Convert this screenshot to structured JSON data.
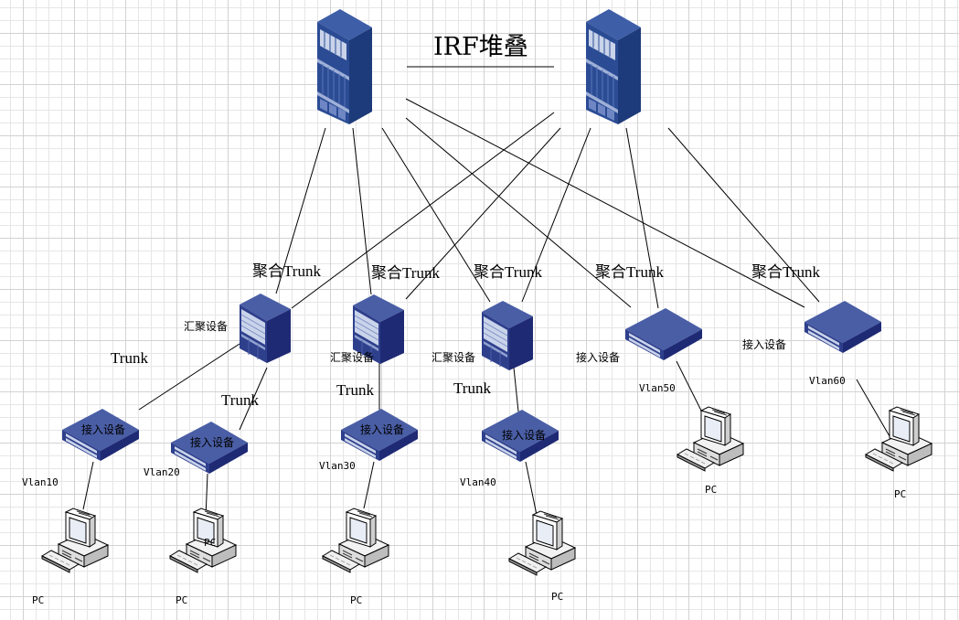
{
  "diagram": {
    "title": "IRF堆叠",
    "colors": {
      "device_top": "#4a5ea6",
      "device_front": "#2e3f8c",
      "device_side": "#1f2a74",
      "core_top": "#3e5ea8",
      "core_front": "#2b4c94",
      "core_side": "#1d3a7a",
      "panel": "#c9d3ea",
      "link": "#000000"
    },
    "core_switches": [
      {
        "id": "core1",
        "type": "core-switch"
      },
      {
        "id": "core2",
        "type": "core-switch"
      }
    ],
    "aggregation": [
      {
        "id": "agg1",
        "label": "汇聚设备",
        "uplink_label": "聚合Trunk"
      },
      {
        "id": "agg2",
        "label": "汇聚设备",
        "uplink_label": "聚合Trunk"
      },
      {
        "id": "agg3",
        "label": "汇聚设备",
        "uplink_label": "聚合Trunk"
      }
    ],
    "top_access": [
      {
        "id": "acc5",
        "label": "接入设备",
        "uplink_label": "聚合Trunk",
        "vlan": "Vlan50",
        "pc_label": "PC"
      },
      {
        "id": "acc6",
        "label": "接入设备",
        "uplink_label": "聚合Trunk",
        "vlan": "Vlan60",
        "pc_label": "PC"
      }
    ],
    "access": [
      {
        "id": "acc1",
        "label": "接入设备",
        "trunk_label": "Trunk",
        "vlan": "Vlan10",
        "pc_label": "PC"
      },
      {
        "id": "acc2",
        "label": "接入设备",
        "trunk_label": "Trunk",
        "vlan": "Vlan20",
        "pc_label": "PC",
        "overlap_label": "PC"
      },
      {
        "id": "acc3",
        "label": "接入设备",
        "trunk_label": "Trunk",
        "vlan": "Vlan30",
        "pc_label": "PC"
      },
      {
        "id": "acc4",
        "label": "接入设备",
        "trunk_label": "Trunk",
        "vlan": "Vlan40",
        "pc_label": "PC"
      }
    ],
    "links": [
      {
        "from": "core1",
        "to": "agg1"
      },
      {
        "from": "core1",
        "to": "agg2"
      },
      {
        "from": "core1",
        "to": "agg3"
      },
      {
        "from": "core1",
        "to": "acc5"
      },
      {
        "from": "core1",
        "to": "acc6"
      },
      {
        "from": "core2",
        "to": "agg1"
      },
      {
        "from": "core2",
        "to": "agg2"
      },
      {
        "from": "core2",
        "to": "agg3"
      },
      {
        "from": "core2",
        "to": "acc5"
      },
      {
        "from": "core2",
        "to": "acc6"
      },
      {
        "from": "agg1",
        "to": "acc1"
      },
      {
        "from": "agg1",
        "to": "acc2"
      },
      {
        "from": "agg2",
        "to": "acc3"
      },
      {
        "from": "agg3",
        "to": "acc4"
      },
      {
        "from": "acc1",
        "to": "pc1"
      },
      {
        "from": "acc2",
        "to": "pc2"
      },
      {
        "from": "acc3",
        "to": "pc3"
      },
      {
        "from": "acc4",
        "to": "pc4"
      },
      {
        "from": "acc5",
        "to": "pc5"
      },
      {
        "from": "acc6",
        "to": "pc6"
      }
    ]
  }
}
